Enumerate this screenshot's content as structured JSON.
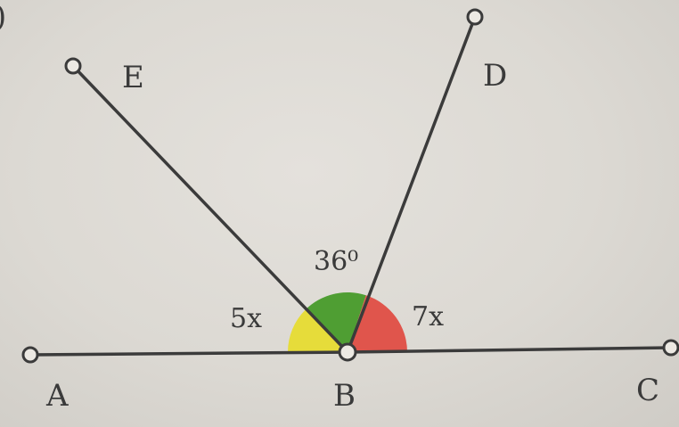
{
  "problem": {
    "number_fragment": ")"
  },
  "points": {
    "A": "A",
    "B": "B",
    "C": "C",
    "D": "D",
    "E": "E"
  },
  "angles": {
    "abe": {
      "label": "5x",
      "color": "#e6dc3a"
    },
    "ebd": {
      "label": "36⁰",
      "color": "#4f9e33"
    },
    "dbc": {
      "label": "7x",
      "color": "#e0554c"
    }
  }
}
